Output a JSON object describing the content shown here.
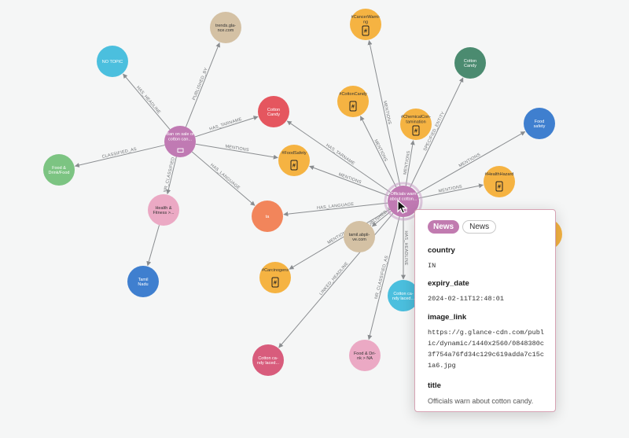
{
  "nodes": [
    {
      "id": "trends",
      "label": [
        "trends.gla-",
        "nce.com"
      ],
      "color": "#d4c1a4",
      "text": "#333"
    },
    {
      "id": "notopic",
      "label": [
        "NO TOPIC"
      ],
      "color": "#4bbfde",
      "text": "#fff"
    },
    {
      "id": "ban",
      "label": [
        "Ban on sale of",
        "cotton can..."
      ],
      "color": "#c07ab3",
      "text": "#fff",
      "icon": "article-icon"
    },
    {
      "id": "cottoncandy1",
      "label": [
        "Cotton",
        "Candy"
      ],
      "color": "#e5565f",
      "text": "#fff"
    },
    {
      "id": "food",
      "label": [
        "Food &",
        "Drink/Food"
      ],
      "color": "#7cc482",
      "text": "#fff"
    },
    {
      "id": "health",
      "label": [
        "Health &",
        "Fitness >..."
      ],
      "color": "#eba9c4",
      "text": "#333"
    },
    {
      "id": "tamil",
      "label": [
        "Tamil",
        "Nadu"
      ],
      "color": "#3f7fcf",
      "text": "#fff"
    },
    {
      "id": "ta",
      "label": [
        "ta"
      ],
      "color": "#f2855b",
      "text": "#fff"
    },
    {
      "id": "foodsafety_tag",
      "label": [
        "#FoodSafety"
      ],
      "color": "#f5b342",
      "text": "#333",
      "icon": "phone-hash-icon"
    },
    {
      "id": "cancerwarning",
      "label": [
        "#CancerWarni-",
        "ng"
      ],
      "color": "#f5b342",
      "text": "#333",
      "icon": "phone-hash-icon"
    },
    {
      "id": "cottoncandy_tag",
      "label": [
        "#CottonCandy"
      ],
      "color": "#f5b342",
      "text": "#333",
      "icon": "phone-hash-icon"
    },
    {
      "id": "chemical",
      "label": [
        "#ChemicalCon-",
        "tamination"
      ],
      "color": "#f5b342",
      "text": "#333",
      "icon": "phone-hash-icon"
    },
    {
      "id": "cottoncandy2",
      "label": [
        "Cotton",
        "Candy"
      ],
      "color": "#4b8b70",
      "text": "#fff"
    },
    {
      "id": "foodsafety",
      "label": [
        "Food",
        "safety"
      ],
      "color": "#3f7fcf",
      "text": "#fff"
    },
    {
      "id": "healthhazard",
      "label": [
        "#HealthHazard"
      ],
      "color": "#f5b342",
      "text": "#333",
      "icon": "phone-hash-icon"
    },
    {
      "id": "officials",
      "label": [
        "Officials warn",
        "about cotton..."
      ],
      "color": "#c07ab3",
      "text": "#fff",
      "icon": "article-icon"
    },
    {
      "id": "tamilab",
      "label": [
        "tamil.abpli-",
        "ve.com"
      ],
      "color": "#d4c1a4",
      "text": "#333"
    },
    {
      "id": "carcinogens",
      "label": [
        "#Carcinogens"
      ],
      "color": "#f5b342",
      "text": "#333",
      "icon": "phone-hash-icon"
    },
    {
      "id": "cottoncandylaced2",
      "label": [
        "Cotton ca-",
        "ndy laced..."
      ],
      "color": "#4bbfde",
      "text": "#fff"
    },
    {
      "id": "cottoncandylaced1",
      "label": [
        "Cotton ca-",
        "ndy laced..."
      ],
      "color": "#d85c7c",
      "text": "#fff"
    },
    {
      "id": "foodnna",
      "label": [
        "Food & Dri-",
        "nk > NA"
      ],
      "color": "#eba9c4",
      "text": "#333"
    },
    {
      "id": "edgeorange",
      "label": [],
      "color": "#f5b342",
      "text": "#333"
    }
  ],
  "edges": [
    {
      "from": "ban",
      "to": "trends",
      "label": "PUBLISHED_BY"
    },
    {
      "from": "ban",
      "to": "notopic",
      "label": "HAS_HEADLINE"
    },
    {
      "from": "ban",
      "to": "cottoncandy1",
      "label": "HAS_TARNAME"
    },
    {
      "from": "ban",
      "to": "foodsafety_tag",
      "label": "MENTIONS"
    },
    {
      "from": "ban",
      "to": "food",
      "label": "CLASSIFIED_AS"
    },
    {
      "from": "ban",
      "to": "health",
      "label": "NR_CLASSIFIED"
    },
    {
      "from": "ban",
      "to": "ta",
      "label": "HAS_LANGUAGE"
    },
    {
      "from": "health",
      "to": "tamil",
      "label": ""
    },
    {
      "from": "officials",
      "to": "cancerwarning",
      "label": "MENTIONS"
    },
    {
      "from": "officials",
      "to": "cottoncandy_tag",
      "label": "MENTIONS"
    },
    {
      "from": "officials",
      "to": "chemical",
      "label": "MENTIONS"
    },
    {
      "from": "officials",
      "to": "cottoncandy2",
      "label": "SPECIFIED_ENTITY"
    },
    {
      "from": "officials",
      "to": "foodsafety",
      "label": "MENTIONS"
    },
    {
      "from": "officials",
      "to": "healthhazard",
      "label": "MENTIONS"
    },
    {
      "from": "officials",
      "to": "cottoncandy1",
      "label": "HAS_TARNAME"
    },
    {
      "from": "officials",
      "to": "foodsafety_tag",
      "label": "MENTIONS"
    },
    {
      "from": "officials",
      "to": "ta",
      "label": "HAS_LANGUAGE"
    },
    {
      "from": "officials",
      "to": "tamilab",
      "label": "PUBLISHED_BY"
    },
    {
      "from": "officials",
      "to": "carcinogens",
      "label": "MENTIONS"
    },
    {
      "from": "officials",
      "to": "cottoncandylaced1",
      "label": "LINKED_HEADLINE"
    },
    {
      "from": "officials",
      "to": "foodnna",
      "label": "NR_CLASSIFIED_AS"
    },
    {
      "from": "officials",
      "to": "cottoncandylaced2",
      "label": "HAS_HEADLINE"
    }
  ],
  "popup": {
    "tag_primary": "News",
    "tag_secondary": "News",
    "props": [
      {
        "key": "country",
        "value": "IN"
      },
      {
        "key": "expiry_date",
        "value": "2024-02-11T12:48:01"
      },
      {
        "key": "image_link",
        "value": "https://g.glance-cdn.com/public/dynamic/1440x2560/0848380c3f754a76fd34c129c619adda7c15c1a6.jpg"
      },
      {
        "key": "title",
        "value": "Officials warn about cotton candy."
      }
    ]
  }
}
